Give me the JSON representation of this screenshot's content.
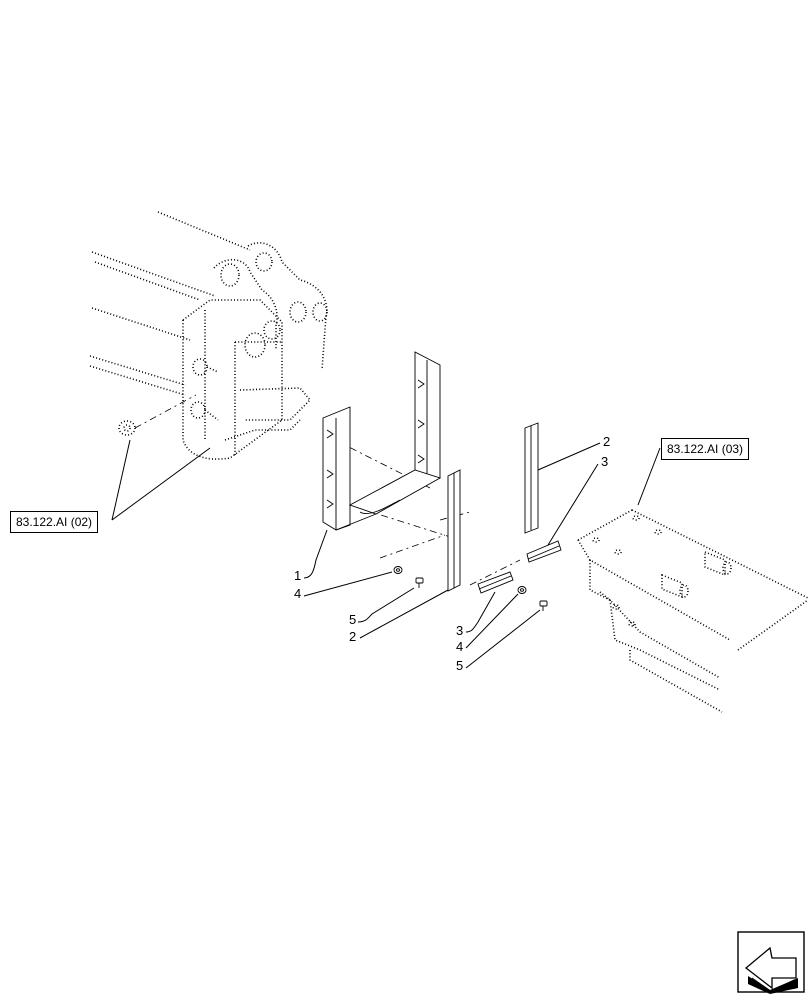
{
  "references": {
    "left": "83.122.AI (02)",
    "right": "83.122.AI (03)"
  },
  "callouts": {
    "c1": "1",
    "c4a": "4",
    "c5a": "5",
    "c2a": "2",
    "c3a": "3",
    "c4b": "4",
    "c5b": "5",
    "c2b": "2",
    "c3b": "3"
  },
  "nav_icon": "next-page-arrow-icon"
}
